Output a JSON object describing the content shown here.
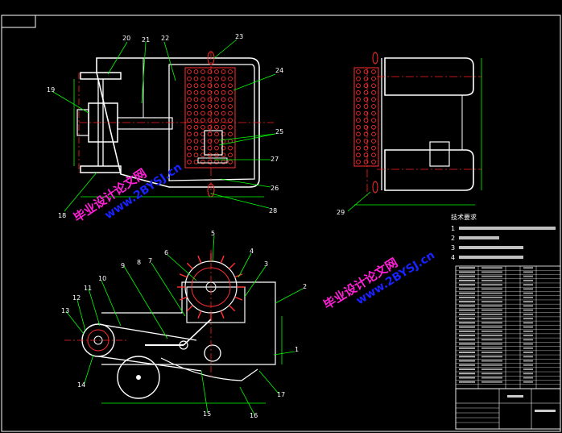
{
  "title_tab": "",
  "callouts": {
    "n1": "1",
    "n2": "2",
    "n3": "3",
    "n4": "4",
    "n5": "5",
    "n6": "6",
    "n7": "7",
    "n8": "8",
    "n9": "9",
    "n10": "10",
    "n11": "11",
    "n12": "12",
    "n13": "13",
    "n14": "14",
    "n15": "15",
    "n16": "16",
    "n17": "17",
    "n18": "18",
    "n19": "19",
    "n20": "20",
    "n21": "21",
    "n22": "22",
    "n23": "23",
    "n24": "24",
    "n25": "25",
    "n26": "26",
    "n27": "27",
    "n28": "28",
    "n29": "29"
  },
  "watermark": {
    "line1": "毕业设计论文网",
    "line2": "www.2BYSJ.cn"
  },
  "notes": {
    "heading": "技术要求",
    "items": [
      "1",
      "2",
      "3",
      "4"
    ]
  },
  "colors": {
    "background": "#000000",
    "outline": "#ffffff",
    "part_red": "#ff3030",
    "centerline_red": "#ff2020",
    "dim_green": "#00ff00",
    "leader_green": "#00ff00",
    "watermark_magenta": "#ff1fd7",
    "watermark_blue": "#1a22ff",
    "label_white": "#ffffff"
  }
}
